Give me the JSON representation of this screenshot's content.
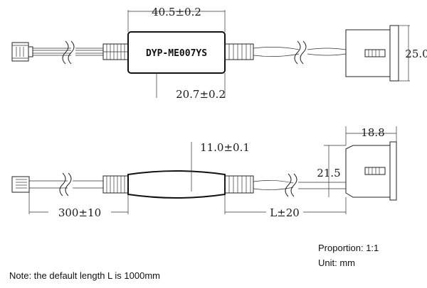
{
  "top_view": {
    "model_label": "DYP-ME007YS",
    "dim_module_length": "40.5±0.2",
    "dim_module_inner": "20.7±0.2",
    "dim_sensor_width": "25.0"
  },
  "bottom_view": {
    "dim_module_length": "11.0±0.1",
    "dim_sensor_depth": "18.8",
    "dim_sensor_height": "21.5",
    "dim_connector_cable": "300±10",
    "dim_cable_length": "L±20"
  },
  "notes": {
    "proportion": "Proportion: 1:1",
    "unit": "Unit: mm",
    "default_length": "Note: the default length L is 1000mm"
  }
}
